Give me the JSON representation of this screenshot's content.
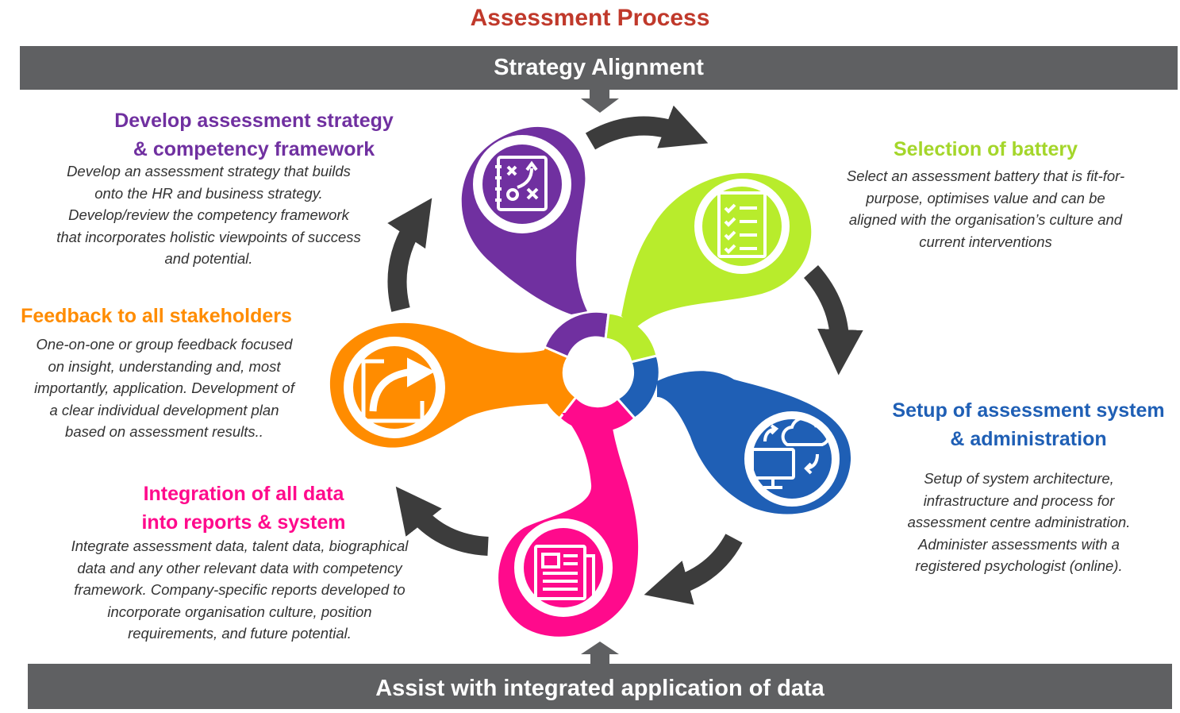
{
  "title": "Assessment Process",
  "top_bar": "Strategy Alignment",
  "bottom_bar": "Assist with integrated application of data",
  "colors": {
    "title": "#c0392b",
    "bar": "#5f6062",
    "arrow": "#3c3c3c",
    "purple": "#7030a0",
    "green": "#b8ec2c",
    "blue": "#1f5fb5",
    "pink": "#ff0a8c",
    "orange": "#ff8c00"
  },
  "steps": [
    {
      "id": "develop",
      "color": "#7030a0",
      "icon": "strategy-board-icon",
      "heading": [
        "Develop assessment strategy",
        "& competency framework"
      ],
      "description": [
        "Develop an assessment strategy that builds",
        "onto the HR and business strategy.",
        "Develop/review the competency framework",
        "that incorporates holistic viewpoints of success",
        "and potential."
      ]
    },
    {
      "id": "selection",
      "color": "#b8ec2c",
      "icon": "checklist-icon",
      "heading": [
        "Selection of battery"
      ],
      "description": [
        "Select an assessment battery that is fit-for-",
        "purpose, optimises value and can be",
        "aligned with the organisation’s culture and",
        "current interventions"
      ]
    },
    {
      "id": "setup",
      "color": "#1f5fb5",
      "icon": "cloud-computer-sync-icon",
      "heading": [
        "Setup of assessment system",
        "& administration"
      ],
      "description": [
        "Setup of system architecture,",
        "infrastructure and process for",
        "assessment centre administration.",
        "Administer assessments with a",
        "registered psychologist (online)."
      ]
    },
    {
      "id": "integration",
      "color": "#ff0a8c",
      "icon": "report-document-icon",
      "heading": [
        "Integration of all data",
        "into reports & system"
      ],
      "description": [
        "Integrate assessment data, talent data, biographical",
        "data and any other relevant data with competency",
        "framework. Company-specific reports developed to",
        "incorporate organisation culture, position",
        "requirements, and future potential."
      ]
    },
    {
      "id": "feedback",
      "color": "#ff8c00",
      "icon": "share-arrow-icon",
      "heading": [
        "Feedback to all stakeholders"
      ],
      "description": [
        "One-on-one or group feedback focused",
        "on insight, understanding and, most",
        "importantly, application. Development of",
        "a clear individual development plan",
        "based on assessment results.."
      ]
    }
  ]
}
